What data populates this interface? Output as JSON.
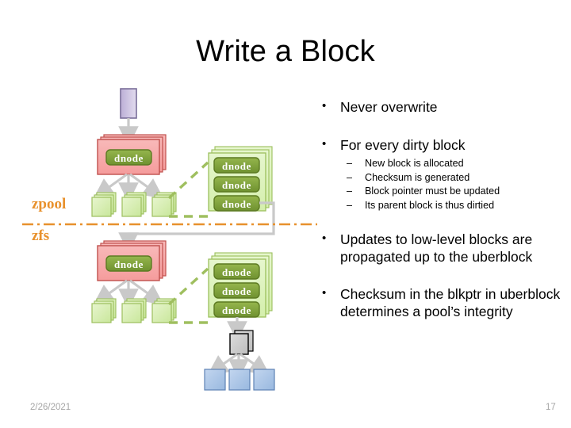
{
  "slide": {
    "title": "Write a Block",
    "date": "2/26/2021",
    "number": "17"
  },
  "bullets": [
    {
      "text": "Never overwrite",
      "sub": []
    },
    {
      "text": "For every dirty block",
      "sub": [
        "New block is allocated",
        "Checksum is generated",
        "Block pointer must be updated",
        "Its parent block is thus dirtied"
      ]
    },
    {
      "text": "Updates to low-level blocks are propagated up to the uberblock",
      "sub": []
    },
    {
      "text": "Checksum in the blkptr in uberblock determines a pool’s integrity",
      "sub": []
    }
  ],
  "diagram": {
    "layer_labels": {
      "upper": "zpool",
      "lower": "zfs"
    },
    "dnode_label": "dnode",
    "upper_group": {
      "uberblock_present": true,
      "parent_dnode_label": "dnode",
      "child_block_count": 3,
      "dnode_stack_labels": [
        "dnode",
        "dnode",
        "dnode"
      ]
    },
    "lower_group": {
      "parent_dnode_label": "dnode",
      "child_block_count": 3,
      "dnode_stack_labels": [
        "dnode",
        "dnode",
        "dnode"
      ],
      "data_block_count": 3
    },
    "colors": {
      "uberblock": "#C9BFE0",
      "pink_block": "#F4A9A9",
      "green_block": "#D4EDAF",
      "dnode_pill": "#7FA23C",
      "blue_block": "#AEC6E8",
      "gray_block": "#C8C8C8",
      "divider": "#E8912D",
      "dashed_link": "#9FBF5F",
      "arrow": "#C9C9C9"
    }
  }
}
